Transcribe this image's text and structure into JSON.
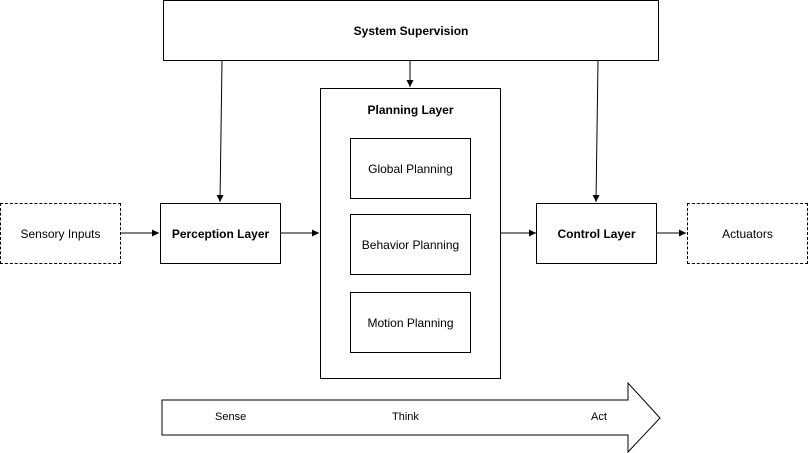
{
  "nodes": {
    "system_supervision": "System Supervision",
    "planning_layer": "Planning Layer",
    "global_planning": "Global Planning",
    "behavior_planning": "Behavior Planning",
    "motion_planning": "Motion Planning",
    "sensory_inputs": "Sensory Inputs",
    "perception_layer": "Perception Layer",
    "control_layer": "Control Layer",
    "actuators": "Actuators"
  },
  "flow": {
    "sense": "Sense",
    "think": "Think",
    "act": "Act"
  }
}
